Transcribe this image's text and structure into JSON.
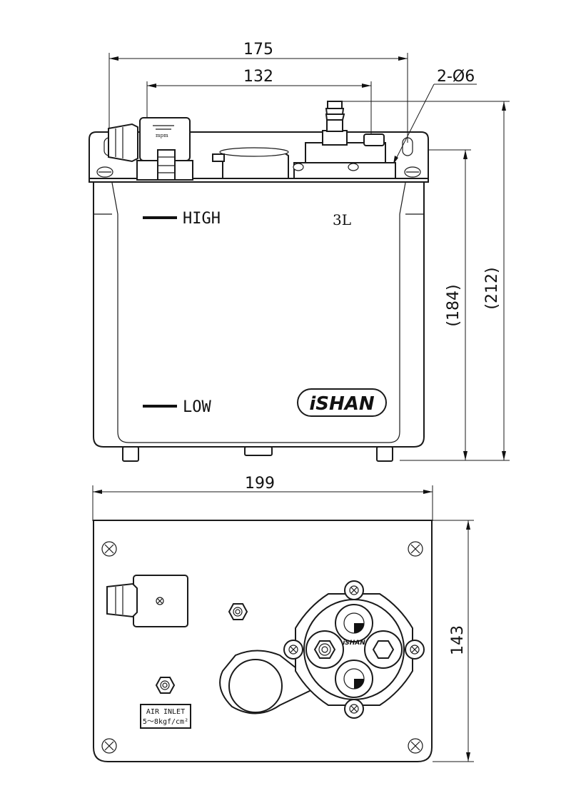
{
  "dimensions": {
    "front_width": "175",
    "mount_spacing": "132",
    "holes": "2-Ø6",
    "tank_height": "(184)",
    "total_height": "(212)",
    "top_width": "199",
    "top_depth": "143"
  },
  "front_labels": {
    "high": "HIGH",
    "low": "LOW",
    "capacity": "3L",
    "brand": "iSHAN",
    "gauge": "mpm"
  },
  "top_labels": {
    "air_inlet": "AIR INLET",
    "pressure": "5～8kgf/cm²",
    "brand_small": "iSHAN"
  }
}
